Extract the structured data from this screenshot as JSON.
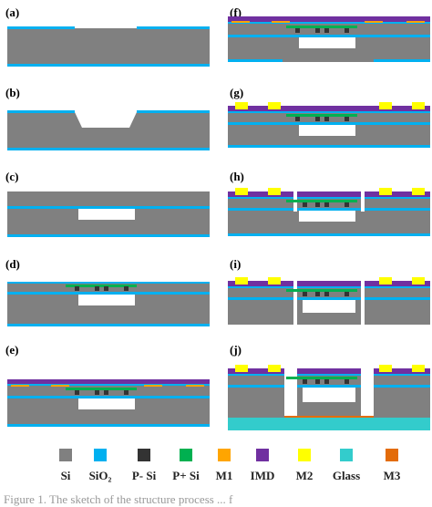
{
  "panels": [
    {
      "id": "a",
      "label": "(a)"
    },
    {
      "id": "b",
      "label": "(b)"
    },
    {
      "id": "c",
      "label": "(c)"
    },
    {
      "id": "d",
      "label": "(d)"
    },
    {
      "id": "e",
      "label": "(e)"
    },
    {
      "id": "f",
      "label": "(f)"
    },
    {
      "id": "g",
      "label": "(g)"
    },
    {
      "id": "h",
      "label": "(h)"
    },
    {
      "id": "i",
      "label": "(i)"
    },
    {
      "id": "j",
      "label": "(j)"
    }
  ],
  "legend": [
    {
      "label": "Si",
      "color": "#808080"
    },
    {
      "label": "SiO₂",
      "color": "#00b0f0"
    },
    {
      "label": "P- Si",
      "color": "#333333"
    },
    {
      "label": "P+ Si",
      "color": "#00b050"
    },
    {
      "label": "M1",
      "color": "#ffa500"
    },
    {
      "label": "IMD",
      "color": "#7030a0"
    },
    {
      "label": "M2",
      "color": "#ffff00"
    },
    {
      "label": "Glass",
      "color": "#33cccc"
    },
    {
      "label": "M3",
      "color": "#e36c09"
    }
  ],
  "caption": "Figure 1.  The sketch of the structure process ... f"
}
